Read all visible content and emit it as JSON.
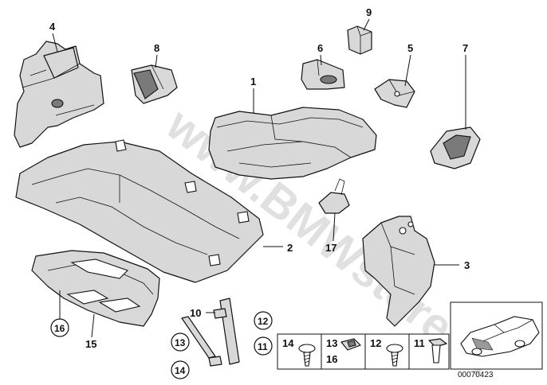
{
  "labels": {
    "p1": "1",
    "p2": "2",
    "p3": "3",
    "p4": "4",
    "p5": "5",
    "p6": "6",
    "p7": "7",
    "p8": "8",
    "p9": "9",
    "p10": "10",
    "p11": "11",
    "p12": "12",
    "p13": "13",
    "p14": "14",
    "p15": "15",
    "p16": "16",
    "p17": "17"
  },
  "fasteners": {
    "f14": "14",
    "f13": "13",
    "f16": "16",
    "f12": "12",
    "f11": "11"
  },
  "image_code": "00070423",
  "watermark": "www.BMWstore.nl"
}
